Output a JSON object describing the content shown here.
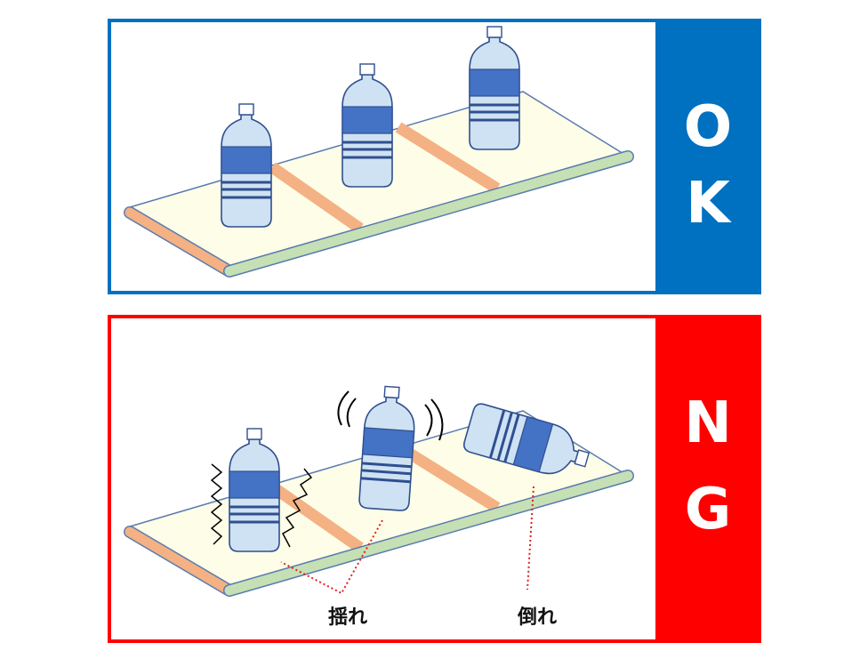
{
  "ok_panel": {
    "label_lines": [
      "O",
      "K"
    ],
    "color": "#0070c0"
  },
  "ng_panel": {
    "label_lines": [
      "N",
      "G"
    ],
    "color": "#ff0000",
    "annotations": {
      "shaking": "揺れ",
      "falling": "倒れ"
    }
  },
  "colors": {
    "belt": "#fefee8",
    "slat": "#f4b183",
    "front_roller": "#c5e0b4",
    "bottle_body": "#cfe2f3",
    "bottle_label": "#4472c4",
    "outline": "#2f4f8f"
  }
}
